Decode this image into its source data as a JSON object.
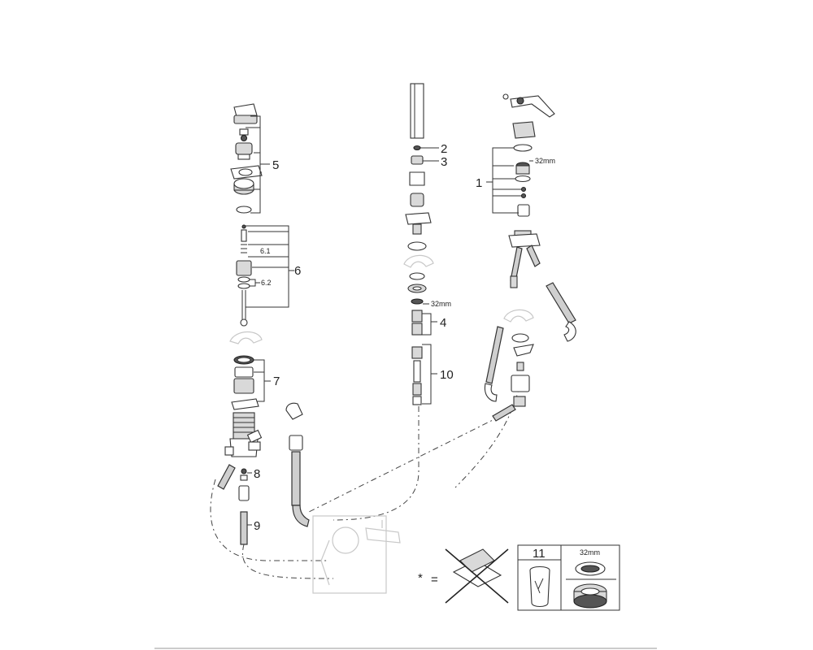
{
  "callouts": {
    "c1": "1",
    "c2": "2",
    "c3": "3",
    "c4": "4",
    "c5": "5",
    "c6": "6",
    "c6_1": "6.1",
    "c6_2": "6.2",
    "c7": "7",
    "c8": "8",
    "c9": "9",
    "c10": "10",
    "c11": "11"
  },
  "dimensions": {
    "handle_nut": "32mm",
    "shower_nut": "32mm",
    "tool_nut": "32mm"
  },
  "legend": {
    "star": "*",
    "equals": "="
  },
  "icons": {
    "no_cleaning": "crossed-cleaning-agent-icon",
    "hand_symbol": "hand-operation-icon"
  }
}
